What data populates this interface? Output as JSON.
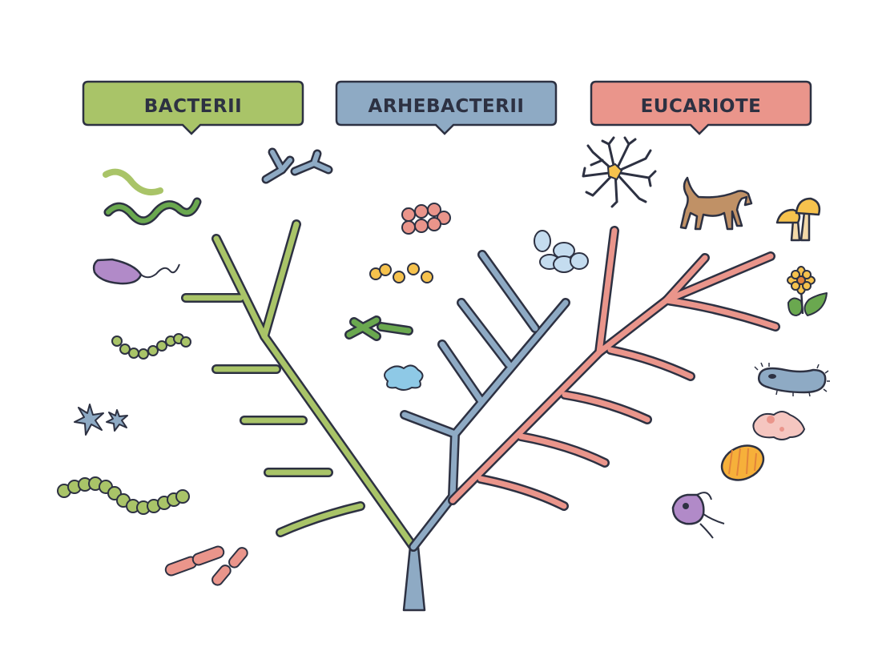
{
  "domains": [
    {
      "key": "bacteria",
      "label": "BACTERII",
      "color": "#a9c468"
    },
    {
      "key": "archaea",
      "label": "ARHEBACTERII",
      "color": "#8eaac4"
    },
    {
      "key": "eukaryota",
      "label": "EUCARIOTE",
      "color": "#ea958b"
    }
  ],
  "colors": {
    "outline": "#2d3142",
    "bacteria_branch": "#a9c468",
    "archaea_branch": "#8eaac4",
    "eukaryota_branch": "#ea958b",
    "trunk": "#8eaac4"
  },
  "organisms": {
    "bacteria": [
      "spirillum-icon",
      "spirochete-icon",
      "flagellated-bacillus-icon",
      "streptococcus-icon",
      "star-bacteria-icon",
      "streptobacillus-chain-icon",
      "diplobacillus-icon",
      "branched-actinomyces-icon"
    ],
    "archaea": [
      "coccus-cluster-icon",
      "scattered-cocci-icon",
      "rod-archaea-icon",
      "amoeboid-archaea-icon",
      "oval-cells-icon"
    ],
    "eukaryota": [
      "neuron-icon",
      "cat-icon",
      "mushroom-icon",
      "flower-icon",
      "paramecium-icon",
      "amoeba-icon",
      "diatom-icon",
      "flagellate-protist-icon"
    ]
  }
}
